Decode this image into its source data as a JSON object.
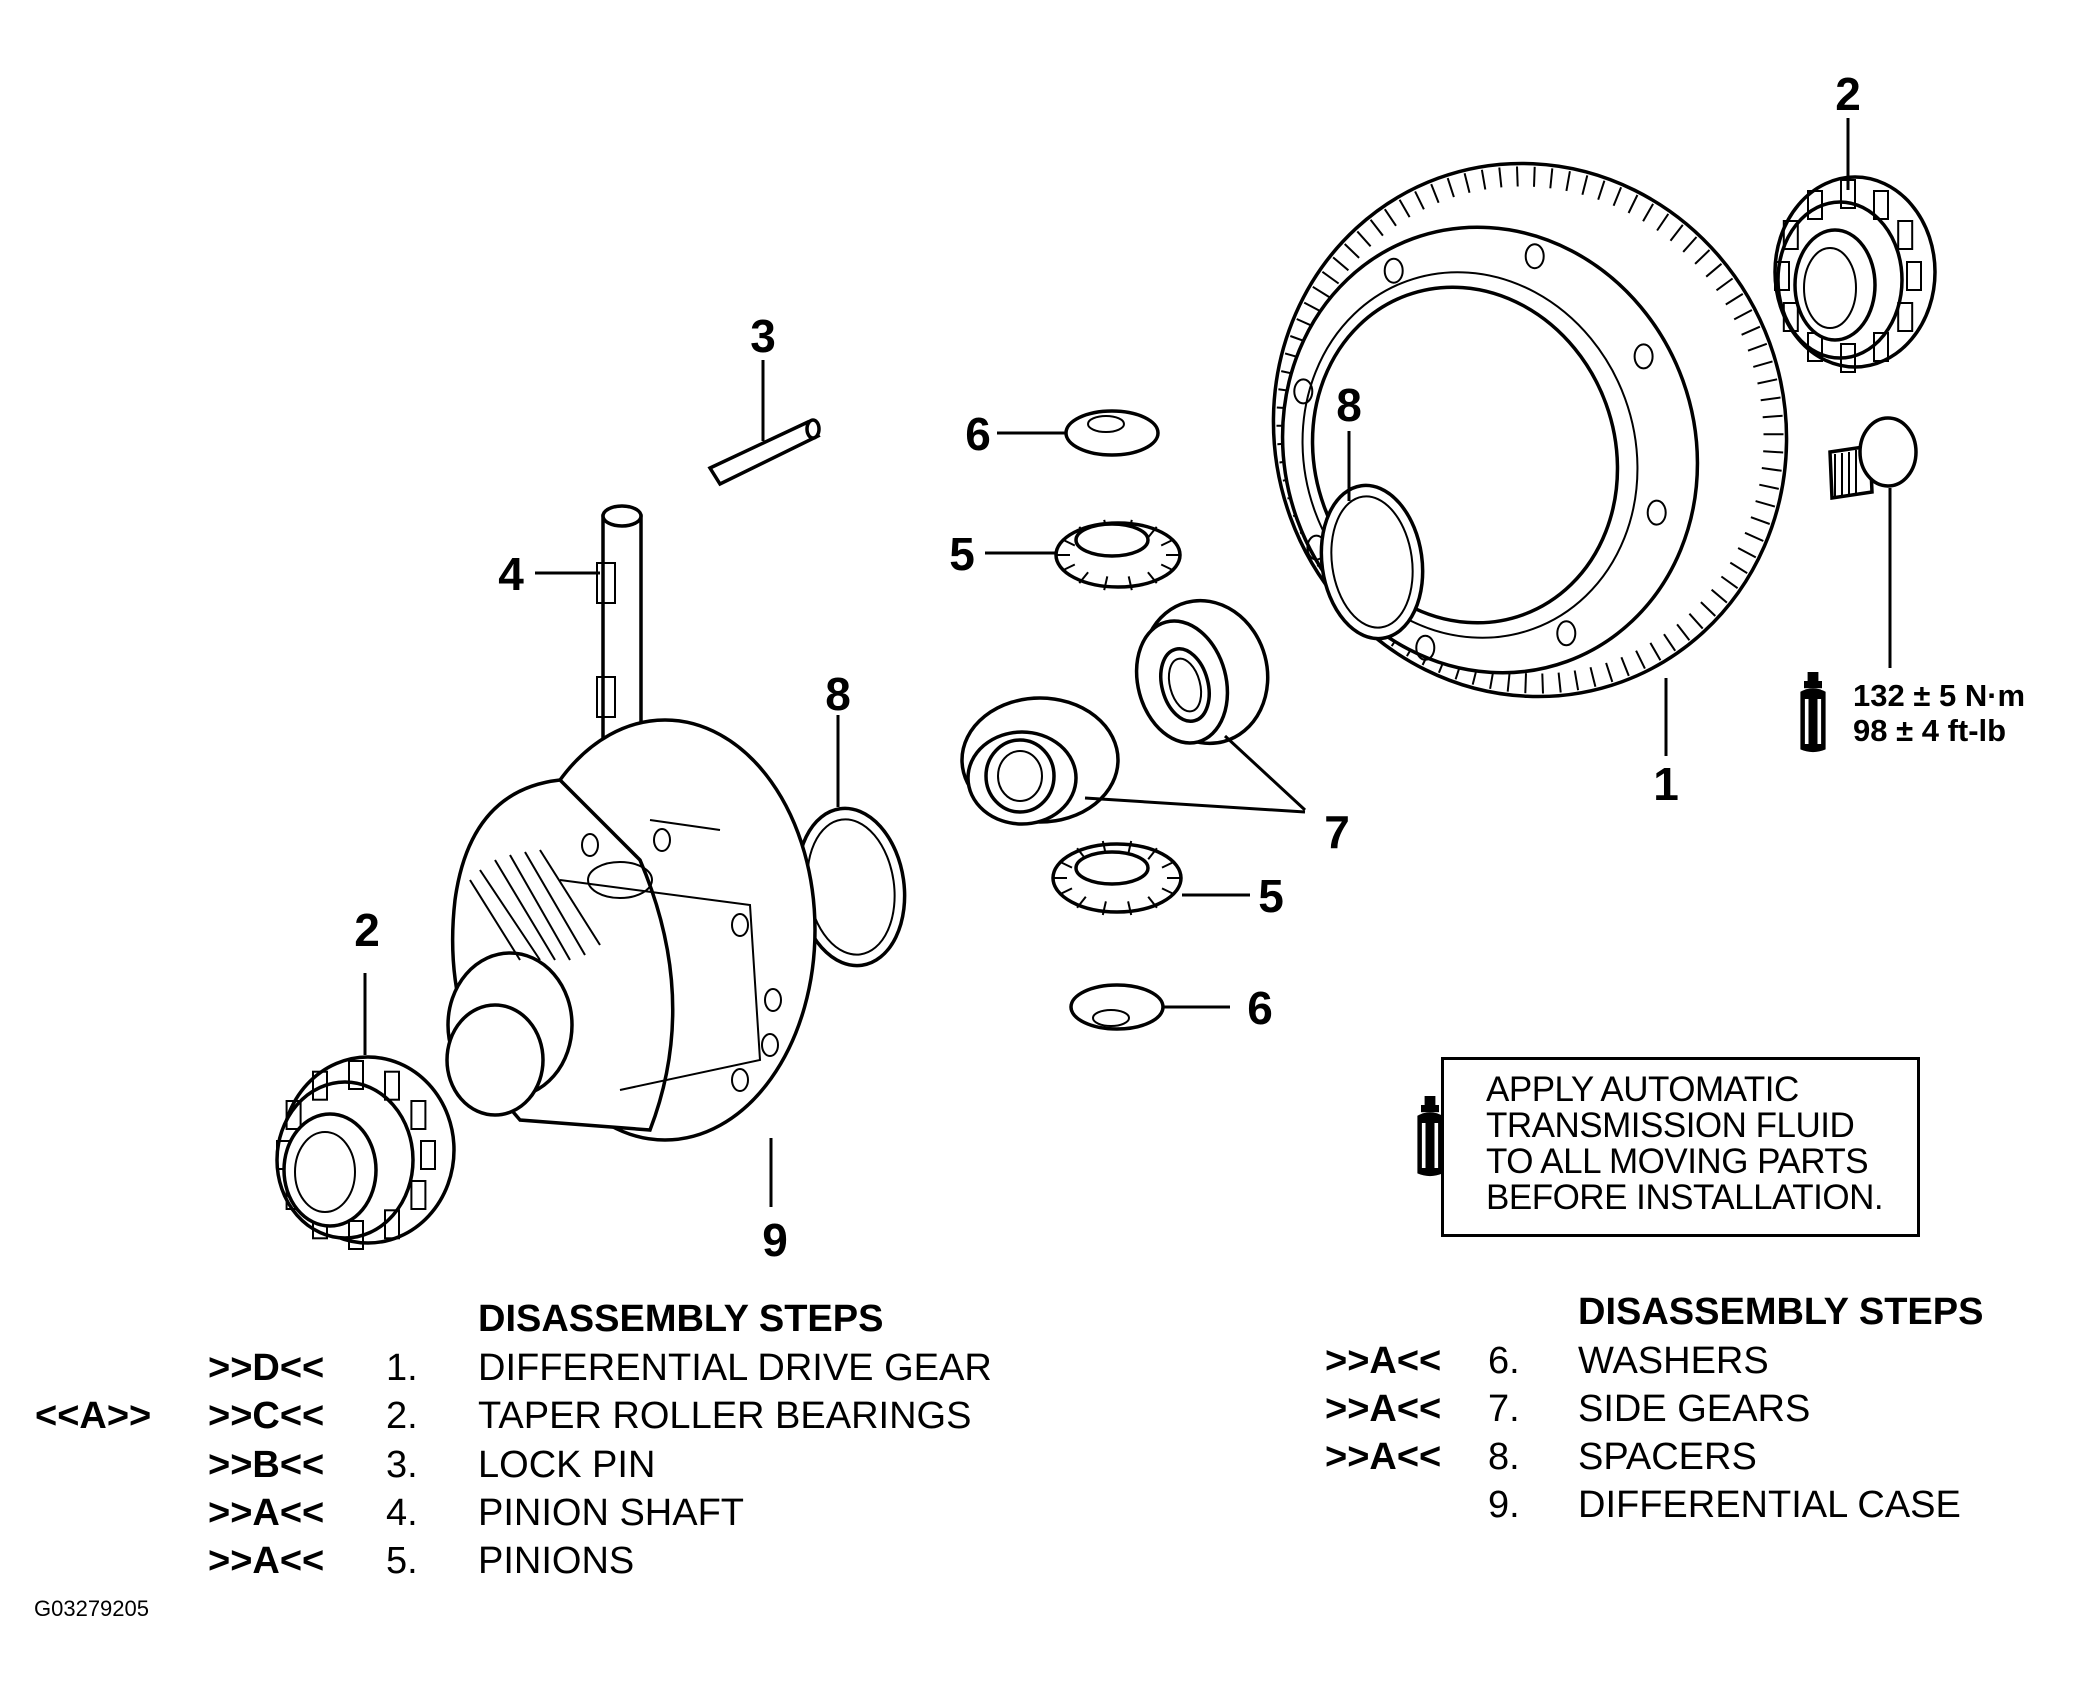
{
  "callouts": {
    "bearing_top": "2",
    "bearing_left": "2",
    "lock_pin": "3",
    "pinion_shaft": "4",
    "washer_top": "6",
    "washer_bottom": "6",
    "pinion_top": "5",
    "pinion_bottom": "5",
    "spacer_right": "8",
    "spacer_left": "8",
    "side_gears": "7",
    "drive_gear": "1",
    "case": "9"
  },
  "torque": {
    "metric": "132 ± 5 N·m",
    "imperial": "98 ± 4 ft-lb"
  },
  "note": "APPLY AUTOMATIC\nTRANSMISSION FLUID\nTO ALL MOVING PARTS\nBEFORE INSTALLATION.",
  "left_steps": {
    "title": "DISASSEMBLY STEPS",
    "rows": [
      {
        "pre": "",
        "code": ">>D<<",
        "num": "1.",
        "name": "DIFFERENTIAL DRIVE GEAR"
      },
      {
        "pre": "<<A>>",
        "code": ">>C<<",
        "num": "2.",
        "name": "TAPER ROLLER BEARINGS"
      },
      {
        "pre": "",
        "code": ">>B<<",
        "num": "3.",
        "name": "LOCK PIN"
      },
      {
        "pre": "",
        "code": ">>A<<",
        "num": "4.",
        "name": "PINION SHAFT"
      },
      {
        "pre": "",
        "code": ">>A<<",
        "num": "5.",
        "name": "PINIONS"
      }
    ]
  },
  "right_steps": {
    "title": "DISASSEMBLY STEPS",
    "rows": [
      {
        "code": ">>A<<",
        "num": "6.",
        "name": "WASHERS"
      },
      {
        "code": ">>A<<",
        "num": "7.",
        "name": "SIDE GEARS"
      },
      {
        "code": ">>A<<",
        "num": "8.",
        "name": "SPACERS"
      },
      {
        "code": "",
        "num": "9.",
        "name": "DIFFERENTIAL CASE"
      }
    ]
  },
  "figure_id": "G03279205",
  "icons": [
    "fluid-bottle-icon"
  ]
}
